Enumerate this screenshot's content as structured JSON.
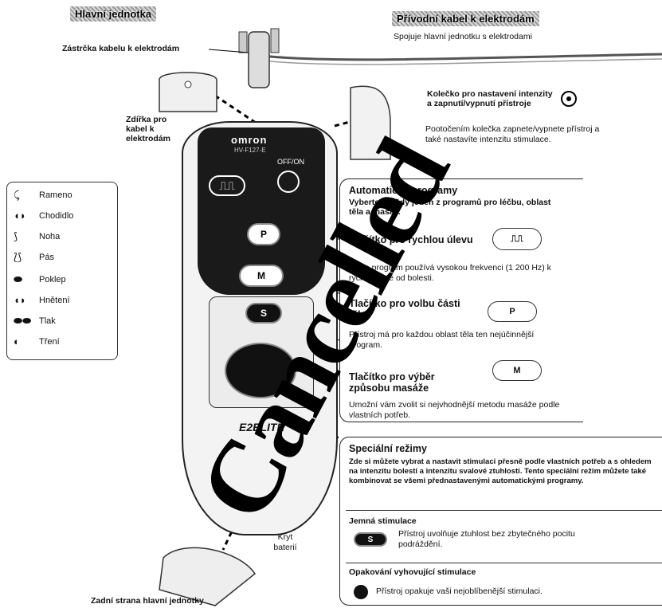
{
  "headers": {
    "main_unit": "Hlavní jednotka",
    "cable": "Přívodní kabel k elektrodám"
  },
  "cable_desc": "Spojuje hlavní jednotku s elektrodami",
  "plug_label": "Zástrčka kabelu k elektrodám",
  "socket_label": "Zdířka pro kabel k elektrodám",
  "dial": {
    "title": "Kolečko pro nastavení intenzity a zapnutí/vypnutí přístroje",
    "desc": "Pootočením kolečka zapnete/vypnete přístroj a také nastavíte intenzitu stimulace."
  },
  "device": {
    "brand": "omron",
    "model": "HV-F127-E",
    "offon": "OFF/ON",
    "logo": "E2ELITE"
  },
  "auto": {
    "title": "Automatické programy",
    "subtitle": "Vyberte si vždy jeden z programů pro léčbu, oblast těla a masáž.",
    "quick_title": "Tlačítko pro rychlou úlevu",
    "quick_desc": "Tento program používá vysokou frekvenci (1 200 Hz) k rychlé úlevě od bolesti.",
    "body_title": "Tlačítko pro volbu části těla",
    "body_desc": "Přístroj má pro každou oblast těla ten nejúčinnější program.",
    "body_btn": "P",
    "massage_title": "Tlačítko pro výběr způsobu masáže",
    "massage_desc": "Umožní vám zvolit si nejvhodnější metodu masáže podle vlastních potřeb.",
    "massage_btn": "M"
  },
  "special": {
    "title": "Speciální režimy",
    "desc": "Zde si můžete vybrat a nastavit stimulaci přesně podle vlastních potřeb a s ohledem na intenzitu bolesti a intenzitu svalové ztuhlosti. Tento speciální režim můžete také kombinovat se všemi přednastavenými automatickými programy.",
    "gentle_title": "Jemná stimulace",
    "gentle_desc": "Přístroj uvolňuje ztuhlost bez zbytečného pocitu podráždění.",
    "gentle_btn": "S",
    "repeat_title": "Opakování vyhovující stimulace",
    "repeat_desc": "Přístroj opakuje vaši nejoblíbenější stimulaci."
  },
  "legend": [
    {
      "icon": "shoulder-icon",
      "label": "Rameno"
    },
    {
      "icon": "foot-sole-icon",
      "label": "Chodidlo"
    },
    {
      "icon": "leg-icon",
      "label": "Noha"
    },
    {
      "icon": "waist-icon",
      "label": "Pás"
    },
    {
      "icon": "tapping-icon",
      "label": "Poklep"
    },
    {
      "icon": "kneading-icon",
      "label": "Hnětení"
    },
    {
      "icon": "pressing-icon",
      "label": "Tlak"
    },
    {
      "icon": "rubbing-icon",
      "label": "Tření"
    }
  ],
  "battery_cover": "Kryt baterií",
  "back_side": "Zadní strana hlavní jednotky",
  "device_buttons": {
    "p": "P",
    "m": "M",
    "s": "S"
  },
  "watermark": "Cancelled"
}
